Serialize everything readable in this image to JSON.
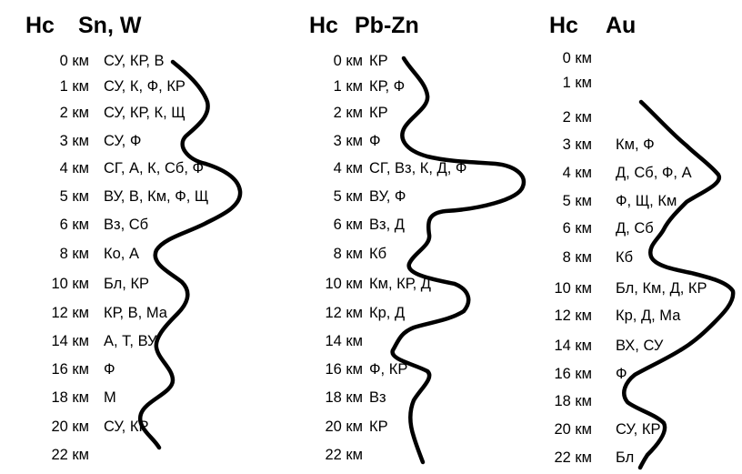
{
  "columns": [
    {
      "hc": "Hc",
      "metal": "Sn, W",
      "rows": [
        {
          "depth": "0 км",
          "assoc": "СУ, КР, В"
        },
        {
          "depth": "1 км",
          "assoc": "СУ, К, Ф, КР"
        },
        {
          "depth": "2 км",
          "assoc": "СУ, КР, К, Щ"
        },
        {
          "depth": "3 км",
          "assoc": "СУ, Ф"
        },
        {
          "depth": "4 км",
          "assoc": "СГ, А, К, Сб, Ф"
        },
        {
          "depth": "5 км",
          "assoc": "ВУ, В, Км, Ф, Щ"
        },
        {
          "depth": "6 км",
          "assoc": "Вз, Сб"
        },
        {
          "depth": "8 км",
          "assoc": "Ко, А"
        },
        {
          "depth": "10 км",
          "assoc": "Бл, КР"
        },
        {
          "depth": "12 км",
          "assoc": "КР, В, Ма"
        },
        {
          "depth": "14 км",
          "assoc": "А, Т, ВУ"
        },
        {
          "depth": "16 км",
          "assoc": "Ф"
        },
        {
          "depth": "18 км",
          "assoc": "М"
        },
        {
          "depth": "20 км",
          "assoc": "СУ, КР"
        },
        {
          "depth": "22 км",
          "assoc": ""
        }
      ]
    },
    {
      "hc": "Hc",
      "metal": "Pb-Zn",
      "rows": [
        {
          "depth": "0 км",
          "assoc": "КР"
        },
        {
          "depth": "1 км",
          "assoc": "КР, Ф"
        },
        {
          "depth": "2 км",
          "assoc": "КР"
        },
        {
          "depth": "3 км",
          "assoc": "Ф"
        },
        {
          "depth": "4 км",
          "assoc": "СГ, Вз, К, Д, Ф"
        },
        {
          "depth": "5 км",
          "assoc": "ВУ, Ф"
        },
        {
          "depth": "6 км",
          "assoc": "Вз, Д"
        },
        {
          "depth": "8 км",
          "assoc": "Кб"
        },
        {
          "depth": "10 км",
          "assoc": "Км, КР, Д"
        },
        {
          "depth": "12 км",
          "assoc": "Кр, Д"
        },
        {
          "depth": "14 км",
          "assoc": ""
        },
        {
          "depth": "16 км",
          "assoc": "Ф, КР"
        },
        {
          "depth": "18 км",
          "assoc": "Вз"
        },
        {
          "depth": "20 км",
          "assoc": "КР"
        },
        {
          "depth": "22 км",
          "assoc": ""
        }
      ]
    },
    {
      "hc": "Hc",
      "metal": "Au",
      "rows": [
        {
          "depth": "0 км",
          "assoc": ""
        },
        {
          "depth": "1 км",
          "assoc": ""
        },
        {
          "depth": "2 км",
          "assoc": ""
        },
        {
          "depth": "3 км",
          "assoc": "Км, Ф"
        },
        {
          "depth": "4 км",
          "assoc": "Д, Сб, Ф, А"
        },
        {
          "depth": "5 км",
          "assoc": "Ф, Щ, Км"
        },
        {
          "depth": "6 км",
          "assoc": "Д, Сб"
        },
        {
          "depth": "8 км",
          "assoc": "Кб"
        },
        {
          "depth": "10 км",
          "assoc": "Бл, Км, Д, КР"
        },
        {
          "depth": "12 км",
          "assoc": "Кр, Д, Ма"
        },
        {
          "depth": "14 км",
          "assoc": "ВХ, СУ"
        },
        {
          "depth": "16 км",
          "assoc": "Ф"
        },
        {
          "depth": "18 км",
          "assoc": ""
        },
        {
          "depth": "20 км",
          "assoc": "СУ, КР"
        },
        {
          "depth": "22 км",
          "assoc": "Бл"
        }
      ]
    }
  ]
}
